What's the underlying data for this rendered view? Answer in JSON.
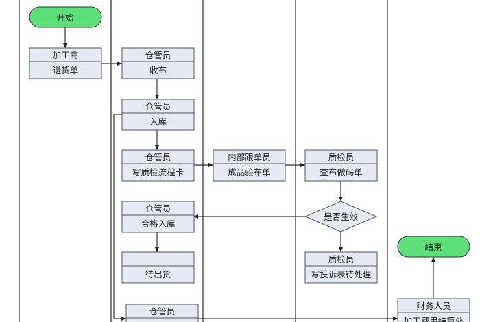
{
  "start": {
    "label": "开始",
    "color": "#5de07a"
  },
  "end": {
    "label": "结束",
    "color": "#5de07a"
  },
  "box_fill": "#e6eaf5",
  "nodes": {
    "supplier": {
      "role": "加工商",
      "task": "送货单"
    },
    "receive": {
      "role": "仓管员",
      "task": "收布"
    },
    "stock_in": {
      "role": "仓管员",
      "task": "入库"
    },
    "qc_card": {
      "role": "仓管员",
      "task": "写质检流程卡"
    },
    "inspect": {
      "role": "内部跟单员",
      "task": "成品验布单"
    },
    "check_code": {
      "role": "质检员",
      "task": "查布做码单"
    },
    "decision": {
      "label": "是否生效"
    },
    "qualified": {
      "role": "仓管员",
      "task": "合格入库"
    },
    "await_ship": {
      "role": "",
      "task": "待出货"
    },
    "complaint": {
      "role": "质检员",
      "task": "写投诉表待处理"
    },
    "bottom_keeper": {
      "role": "仓管员"
    },
    "finance": {
      "role": "财务人员",
      "task": "加工费用结算处"
    }
  }
}
